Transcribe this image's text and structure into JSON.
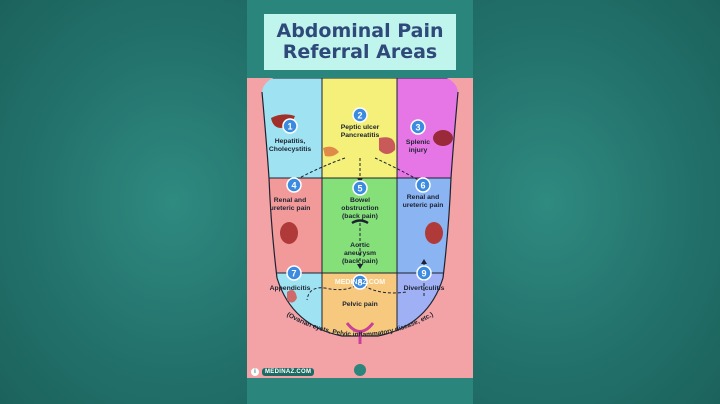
{
  "title": {
    "line1": "Abdominal Pain",
    "line2": "Referral Areas"
  },
  "watermark": "MEDINAZ.COM",
  "regions": [
    {
      "number": "1",
      "label_lines": [
        "Hepatitis,",
        "Cholecystitis"
      ],
      "color": "#9fe3f2"
    },
    {
      "number": "2",
      "label_lines": [
        "Peptic ulcer",
        "Pancreatitis"
      ],
      "color": "#f4f07a"
    },
    {
      "number": "3",
      "label_lines": [
        "Splenic",
        "injury"
      ],
      "color": "#e676e6"
    },
    {
      "number": "4",
      "label_lines": [
        "Renal and",
        "ureteric pain"
      ],
      "color": "#f29a9a"
    },
    {
      "number": "5",
      "label_lines": [
        "Bowel",
        "obstruction",
        "(back pain)"
      ],
      "color": "#86e07a"
    },
    {
      "number": "6",
      "label_lines": [
        "Renal and",
        "ureteric pain"
      ],
      "color": "#8ab4f2"
    },
    {
      "number": "7",
      "label_lines": [
        "Appendicitis"
      ],
      "color": "#9fe3f2"
    },
    {
      "number": "8",
      "label_lines": [
        "Pelvic pain"
      ],
      "color": "#f7c97e"
    },
    {
      "number": "9",
      "label_lines": [
        "Diverticulitis"
      ],
      "color": "#9fb0f4"
    }
  ],
  "extra_label_lines": [
    "Aortic",
    "aneurysm",
    "(back pain)"
  ],
  "curved_note": "(Ovarian cysts, Pelvic inflammatory disease, etc.)",
  "footer": {
    "logo": "i",
    "site": "MEDINAZ.COM"
  },
  "colors": {
    "skin": "#f3a3a6",
    "badge": "#3b8be0",
    "title_bg": "#bff5ec",
    "title_text": "#2f4a7a"
  }
}
